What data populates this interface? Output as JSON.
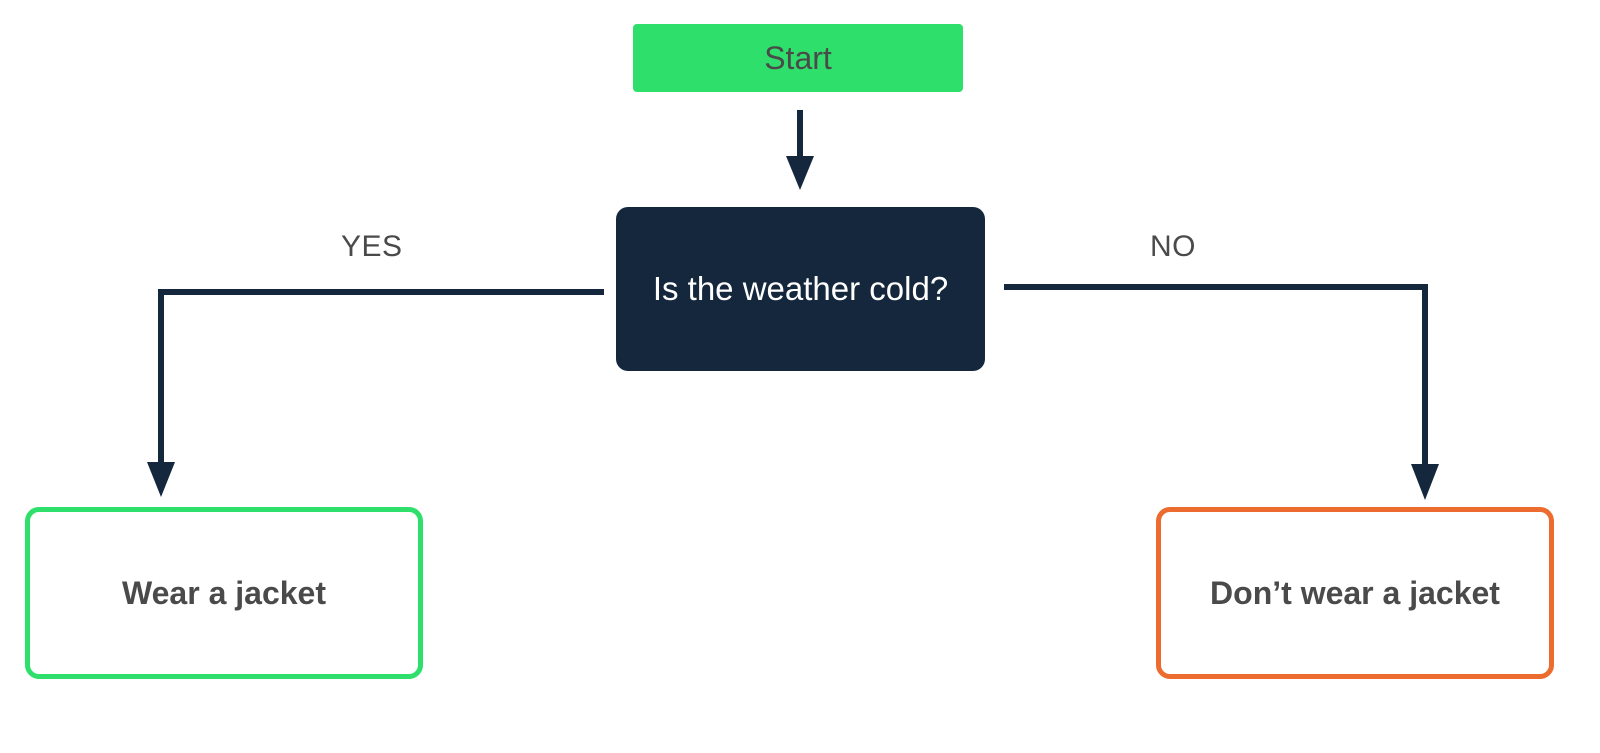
{
  "flowchart": {
    "start": {
      "label": "Start",
      "color": "#2fdf6b"
    },
    "decision": {
      "label": "Is the weather cold?",
      "color": "#14273d"
    },
    "branches": {
      "yes": {
        "label": "YES",
        "outcome": "Wear a jacket",
        "border_color": "#2fdf6b"
      },
      "no": {
        "label": "NO",
        "outcome": "Don’t wear a jacket",
        "border_color": "#ec6c2f"
      }
    },
    "connector_color": "#14273d",
    "text_color": "#4a4a4a"
  }
}
